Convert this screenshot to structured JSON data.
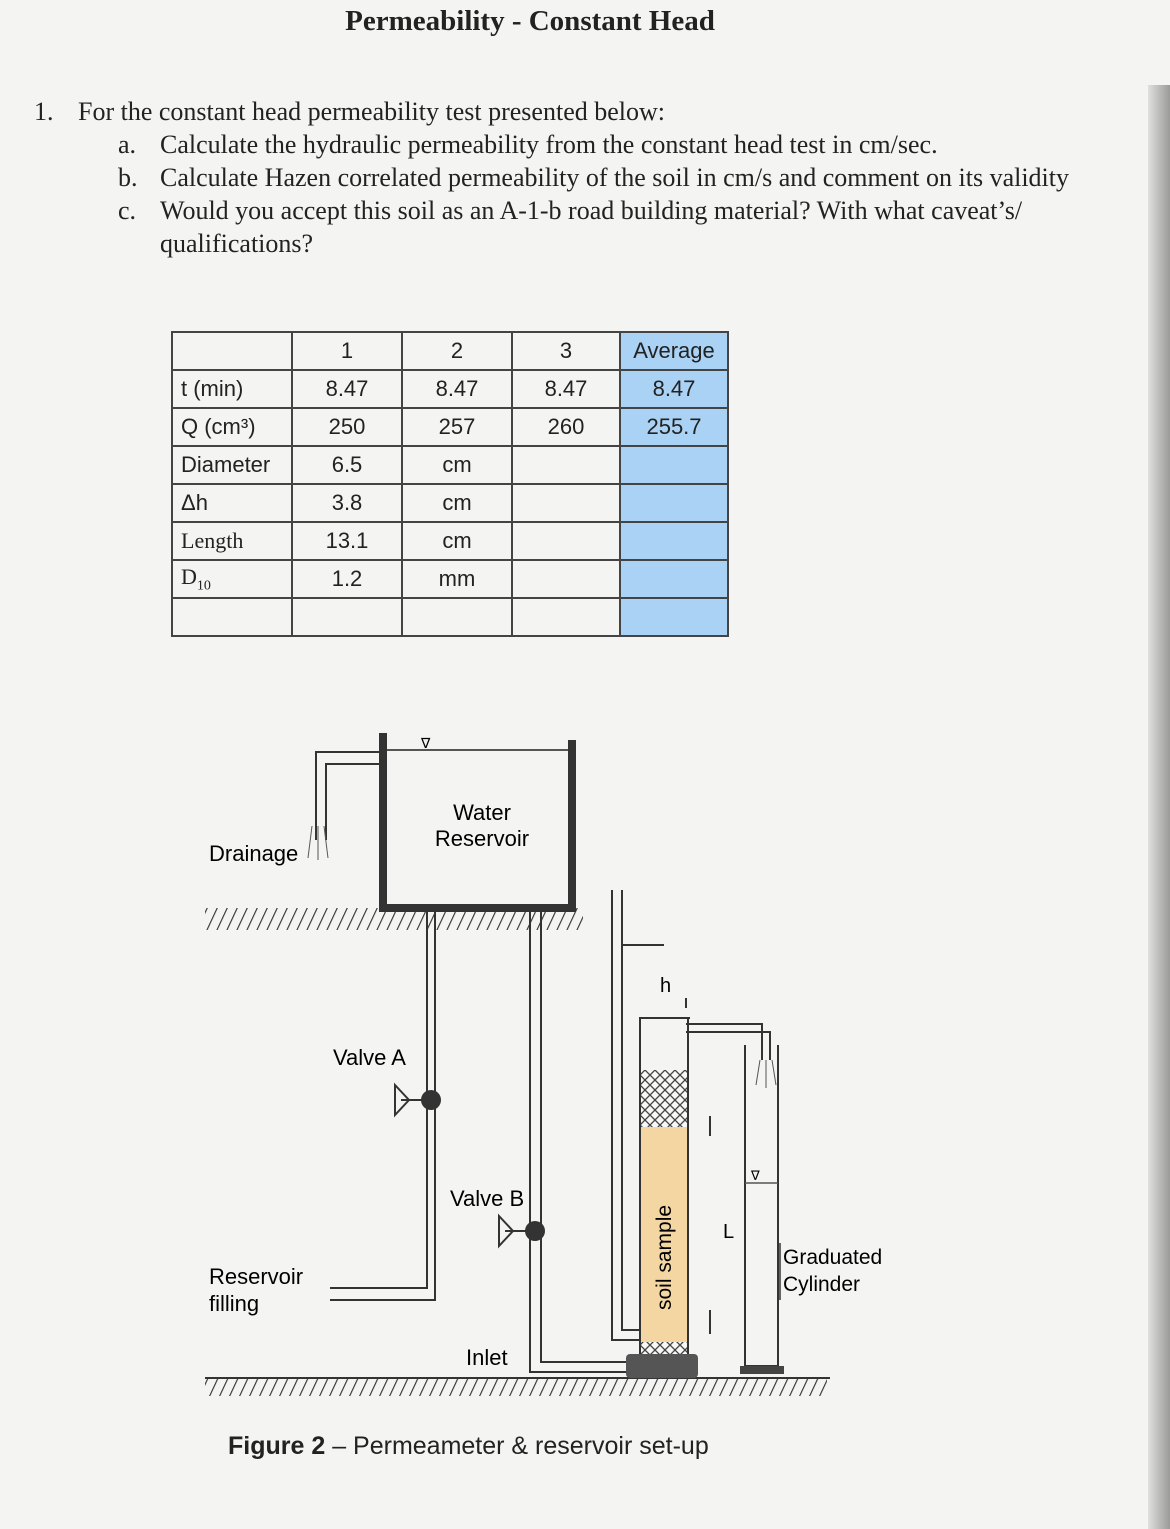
{
  "title": "Permeability - Constant Head",
  "questions": {
    "number": "1.",
    "intro": "For the constant head permeability test presented below:",
    "items": [
      {
        "letter": "a.",
        "text": "Calculate the hydraulic permeability from the constant head test in cm/sec."
      },
      {
        "letter": "b.",
        "text": "Calculate Hazen correlated permeability of the soil in cm/s and comment on its validity"
      },
      {
        "letter": "c.",
        "text": "Would you accept this soil as an A-1-b road building material? With what caveat’s/ qualifications?"
      }
    ]
  },
  "table": {
    "header": [
      "",
      "1",
      "2",
      "3",
      "Average"
    ],
    "rows": [
      [
        "t (min)",
        "8.47",
        "8.47",
        "8.47",
        "8.47"
      ],
      [
        "Q (cm³)",
        "250",
        "257",
        "260",
        "255.7"
      ],
      [
        "Diameter",
        "6.5",
        "cm",
        "",
        ""
      ],
      [
        "Δh",
        "3.8",
        "cm",
        "",
        ""
      ],
      [
        "Length",
        "13.1",
        "cm",
        "",
        ""
      ],
      [
        "D10",
        "1.2",
        "mm",
        "",
        ""
      ],
      [
        "",
        "",
        "",
        "",
        ""
      ]
    ]
  },
  "figure": {
    "labels": {
      "water_reservoir_line1": "Water",
      "water_reservoir_line2": "Reservoir",
      "drainage": "Drainage",
      "valve_a": "Valve A",
      "valve_b": "Valve B",
      "reservoir_filling_line1": "Reservoir",
      "reservoir_filling_line2": "filling",
      "inlet": "Inlet",
      "soil_sample": "soil sample",
      "h": "h",
      "L": "L",
      "graduated_line1": "Graduated",
      "graduated_line2": "Cylinder"
    },
    "caption_bold": "Figure 2",
    "caption_rest": " – Permeameter & reservoir set-up",
    "colors": {
      "soil": "#f3d6a2",
      "line": "#333333",
      "highlight": "#a9d2f4"
    }
  }
}
